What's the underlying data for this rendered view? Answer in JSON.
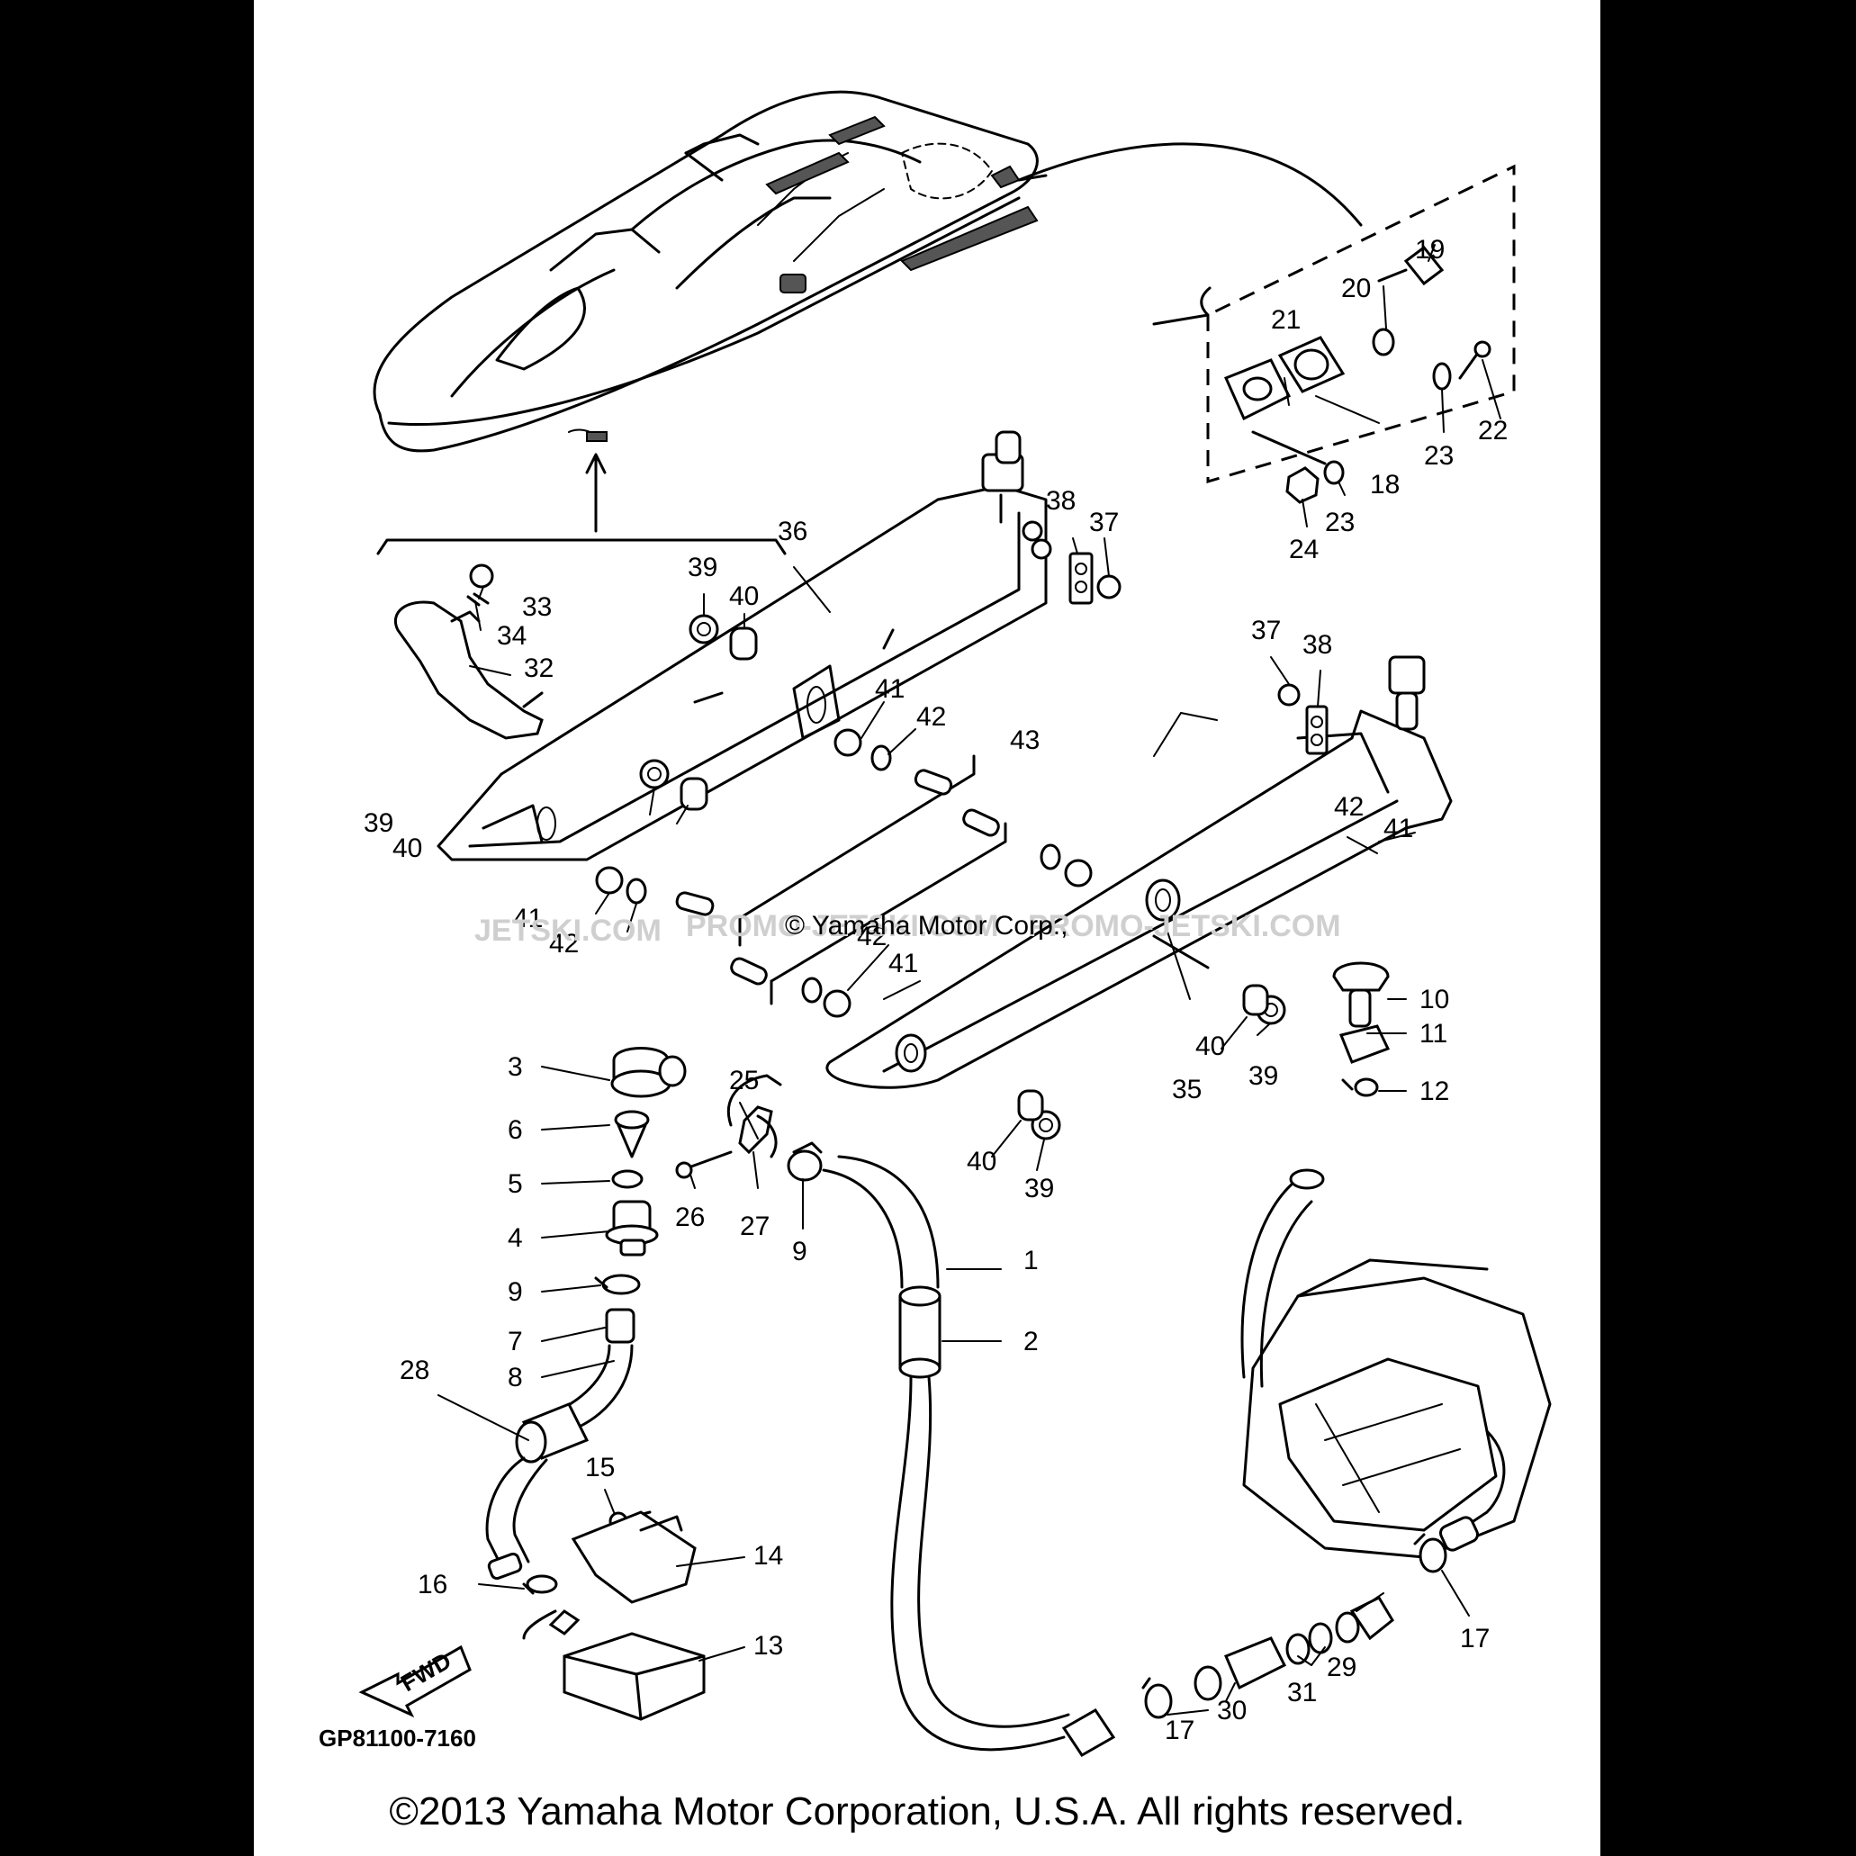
{
  "diagram": {
    "part_labels": [
      "1",
      "2",
      "3",
      "4",
      "5",
      "6",
      "7",
      "8",
      "9",
      "10",
      "11",
      "12",
      "13",
      "14",
      "15",
      "16",
      "17",
      "18",
      "19",
      "20",
      "21",
      "22",
      "23",
      "24",
      "25",
      "26",
      "27",
      "28",
      "29",
      "30",
      "31",
      "32",
      "33",
      "34",
      "35",
      "36",
      "37",
      "38",
      "39",
      "40",
      "41",
      "42",
      "43"
    ],
    "diagram_code": "GP81100-7160",
    "fwd_label": "FWD",
    "watermark_left": "JETSKI.COM",
    "watermark_center": "PROMO-JETSKI.COM",
    "watermark_right": "PROMO-JETSKI.COM",
    "watermark_overlay": "© Yamaha Motor Corp.,",
    "copyright": "©2013 Yamaha Motor Corporation, U.S.A. All rights reserved."
  }
}
